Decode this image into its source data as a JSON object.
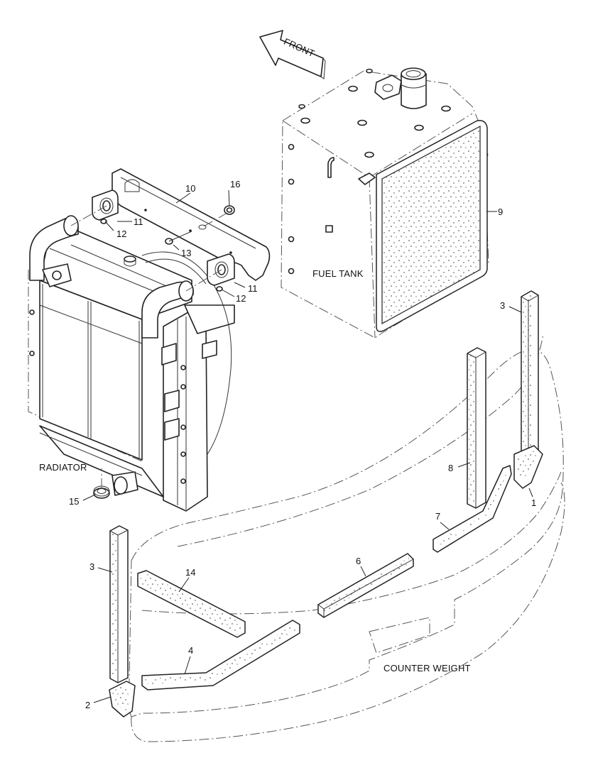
{
  "direction_arrow": {
    "label": "FRONT"
  },
  "assemblies": {
    "fuel_tank": "FUEL TANK",
    "radiator": "RADIATOR",
    "counter_weight": "COUNTER WEIGHT"
  },
  "callouts": {
    "c1": "1",
    "c2": "2",
    "c3a": "3",
    "c3b": "3",
    "c4": "4",
    "c6": "6",
    "c7": "7",
    "c8": "8",
    "c9": "9",
    "c10": "10",
    "c11a": "11",
    "c11b": "11",
    "c12a": "12",
    "c12b": "12",
    "c13": "13",
    "c14": "14",
    "c15": "15",
    "c16": "16"
  },
  "style": {
    "line_color": "#222222",
    "background": "#ffffff"
  }
}
